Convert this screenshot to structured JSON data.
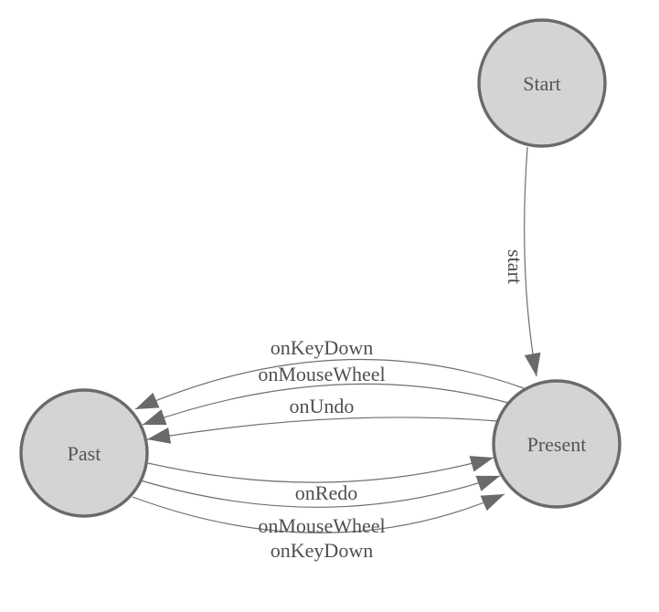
{
  "diagram": {
    "type": "state-machine",
    "background_color": "#ffffff",
    "colors": {
      "node_fill": "#d4d4d4",
      "node_stroke": "#6a6a6a",
      "edge_stroke": "#6e6e6e",
      "arrowhead_fill": "#6a6a6a",
      "node_text": "#55555a",
      "edge_text": "#4f4f53"
    },
    "nodes": [
      {
        "id": "Start",
        "label": "Start"
      },
      {
        "id": "Past",
        "label": "Past"
      },
      {
        "id": "Present",
        "label": "Present"
      }
    ],
    "transitions": [
      {
        "from": "Start",
        "to": "Present",
        "label": "start"
      },
      {
        "from": "Present",
        "to": "Past",
        "label": "onKeyDown"
      },
      {
        "from": "Present",
        "to": "Past",
        "label": "onMouseWheel"
      },
      {
        "from": "Present",
        "to": "Past",
        "label": "onUndo"
      },
      {
        "from": "Past",
        "to": "Present",
        "label": "onRedo"
      },
      {
        "from": "Past",
        "to": "Present",
        "label": "onMouseWheel"
      },
      {
        "from": "Past",
        "to": "Present",
        "label": "onKeyDown"
      }
    ]
  }
}
